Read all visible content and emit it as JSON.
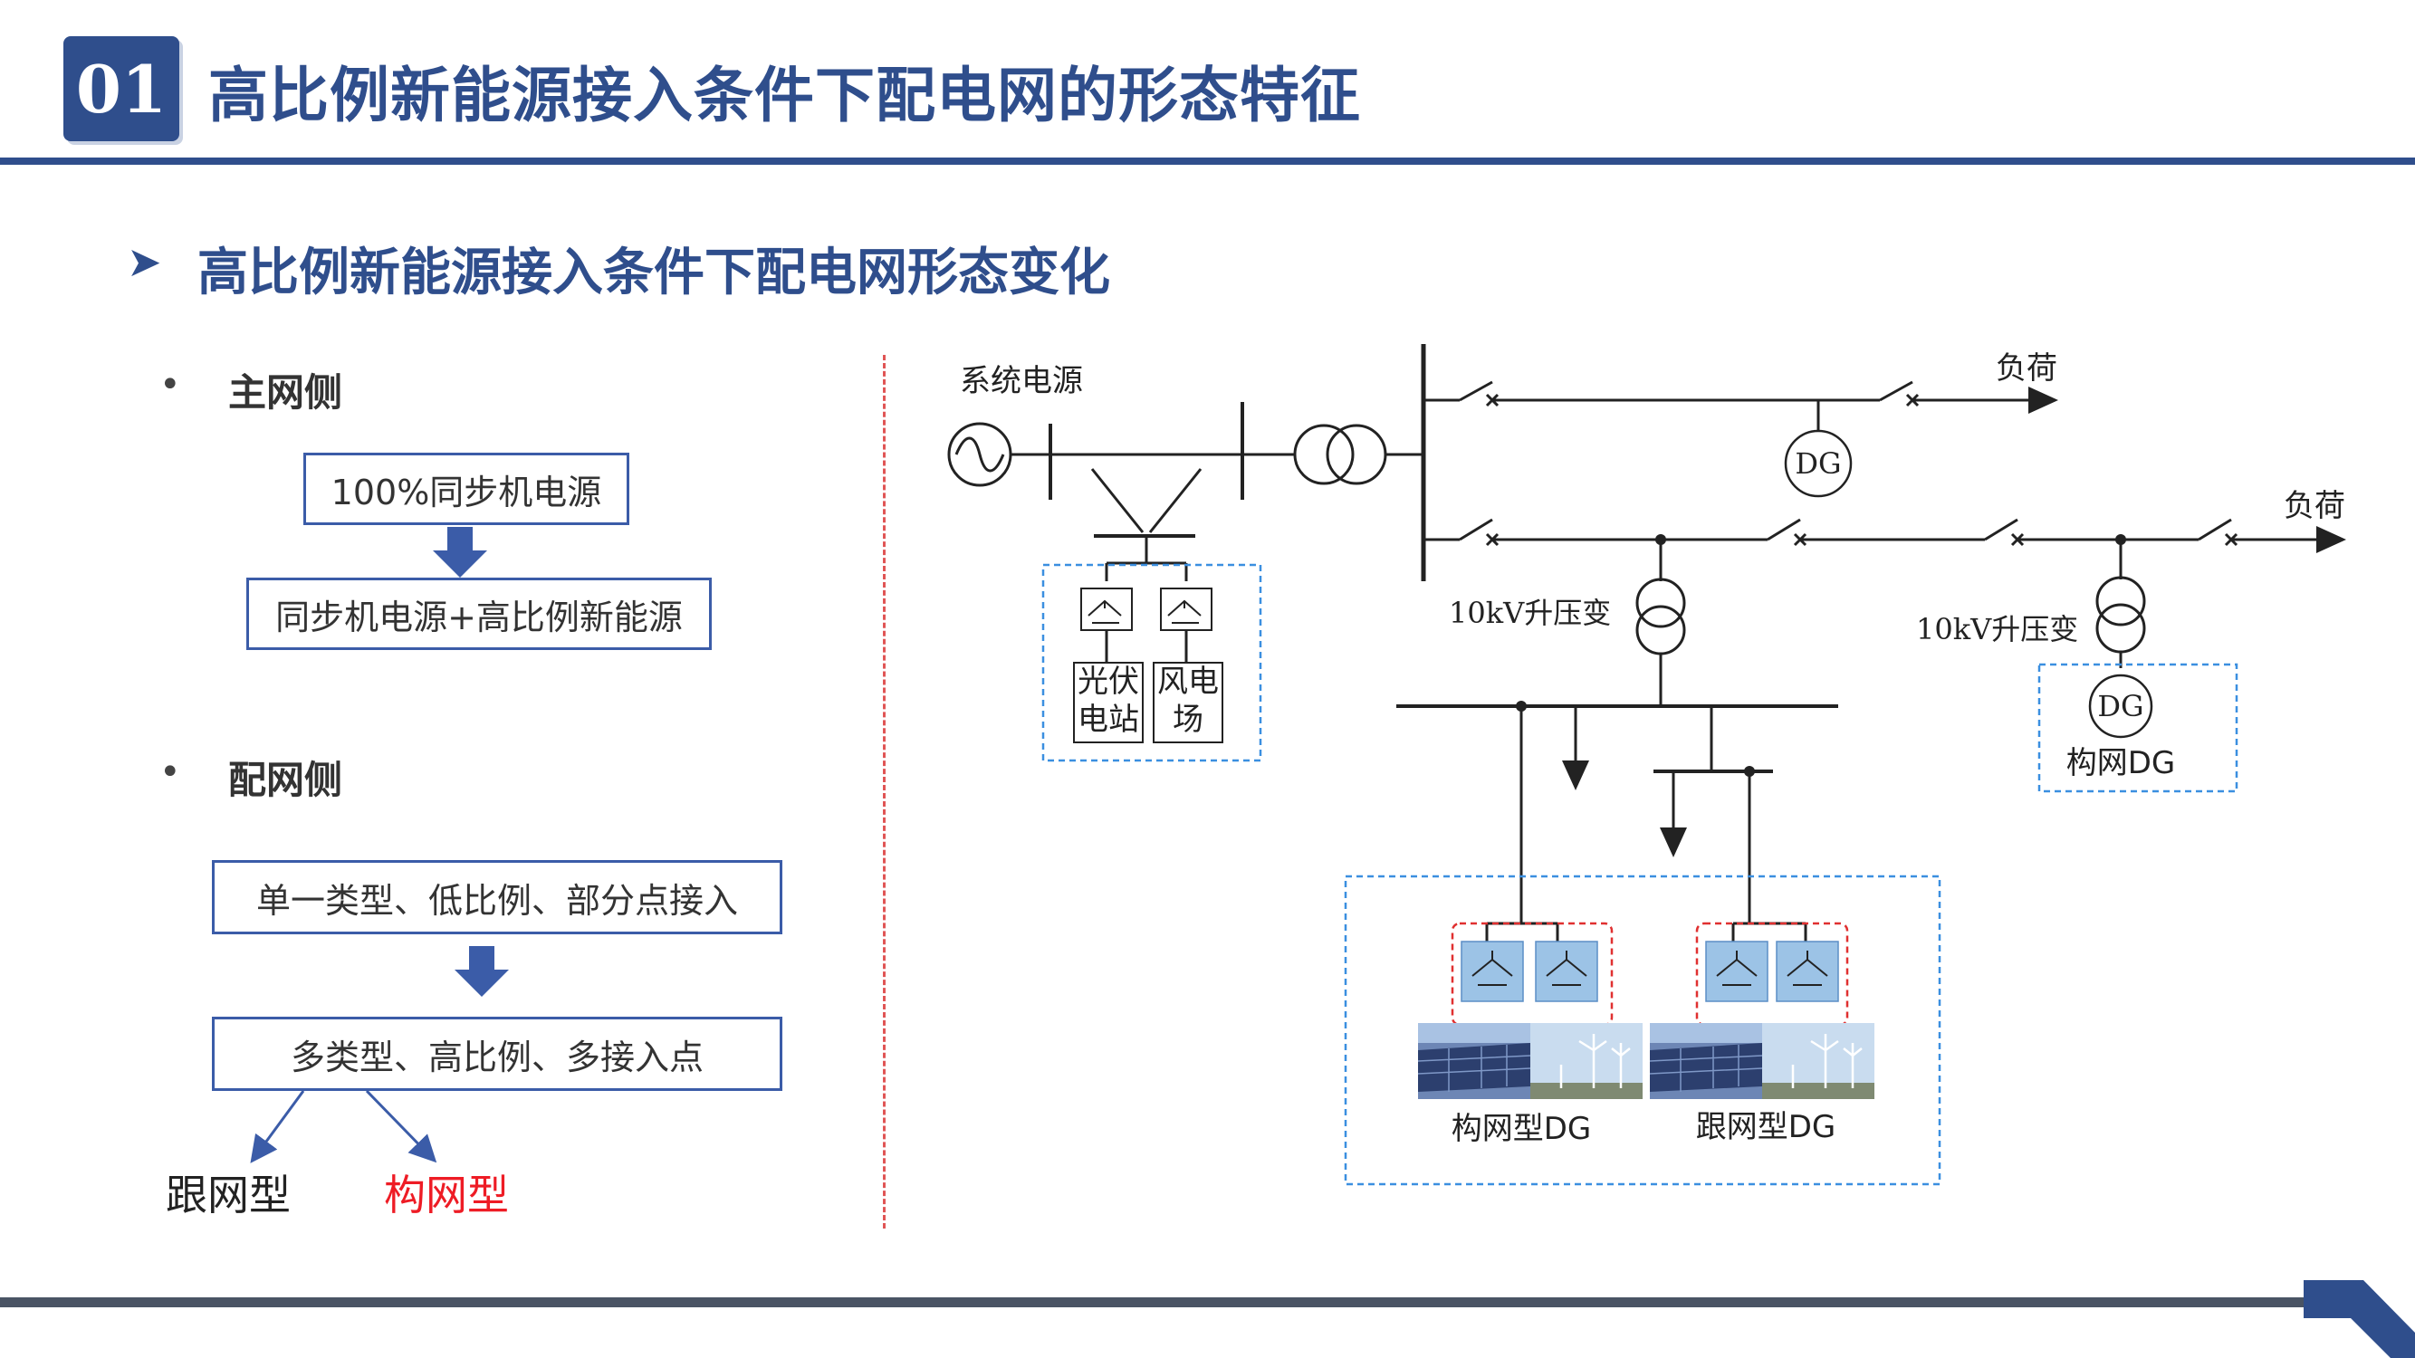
{
  "header": {
    "number": "01",
    "title": "高比例新能源接入条件下配电网的形态特征"
  },
  "section": {
    "title": "高比例新能源接入条件下配电网形态变化"
  },
  "left": {
    "main_grid": {
      "label": "主网侧",
      "from": "100%同步机电源",
      "to": "同步机电源+高比例新能源"
    },
    "dist_grid": {
      "label": "配网侧",
      "from": "单一类型、低比例、部分点接入",
      "to": "多类型、高比例、多接入点",
      "outcomes": [
        "跟网型",
        "构网型"
      ]
    }
  },
  "diagram": {
    "system_source": "系统电源",
    "load_1": "负荷",
    "load_2": "负荷",
    "dg_label": "DG",
    "transformer_1": "10kV升压变",
    "transformer_2": "10kV升压变",
    "pv_station": [
      "光伏",
      "电站"
    ],
    "wind_farm": [
      "风电",
      "场"
    ],
    "grid_forming_dg_box": "构网DG",
    "grid_forming_type_dg": "构网型DG",
    "grid_following_type_dg": "跟网型DG"
  },
  "colors": {
    "brand_blue": "#2f4e8c",
    "flow_box_border": "#3b5ca8",
    "highlight_red": "#ee1c25",
    "divider_red": "#e05555",
    "dashed_box_blue": "#3b8fe0",
    "dashed_box_red": "#e03030",
    "converter_fill": "#9cc3e6"
  }
}
